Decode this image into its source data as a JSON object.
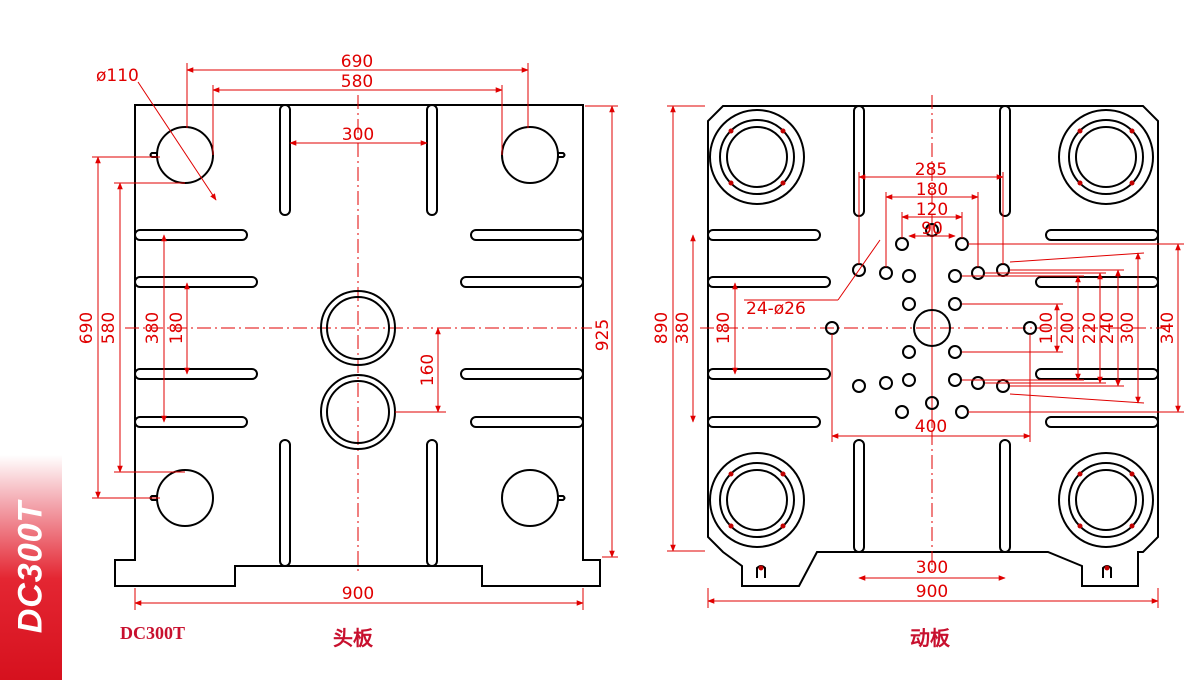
{
  "side_label": "DC300T",
  "colors": {
    "outline": "#000000",
    "dimension": "#e00000",
    "tab": "#d6111e"
  },
  "left_view": {
    "caption_model": "DC300T",
    "caption": "头板",
    "dimensions": {
      "top_outer": "690",
      "top_inner": "580",
      "slot_gap": "300",
      "tie_bar_dia": "ø110",
      "left_outer": "690",
      "left_inner": "580",
      "left_380": "380",
      "left_180": "180",
      "ring_spacing": "160",
      "height": "925",
      "bottom_width": "900"
    }
  },
  "right_view": {
    "caption": "动板",
    "dimensions": {
      "w285": "285",
      "w180": "180",
      "w120": "120",
      "w90": "90",
      "holes": "24-ø26",
      "left_890": "890",
      "left_380": "380",
      "left_180": "180",
      "r100": "100",
      "r200": "200",
      "r220": "220",
      "r240": "240",
      "r300": "300",
      "r340": "340",
      "w400": "400",
      "bottom_300": "300",
      "bottom_width": "900"
    }
  }
}
